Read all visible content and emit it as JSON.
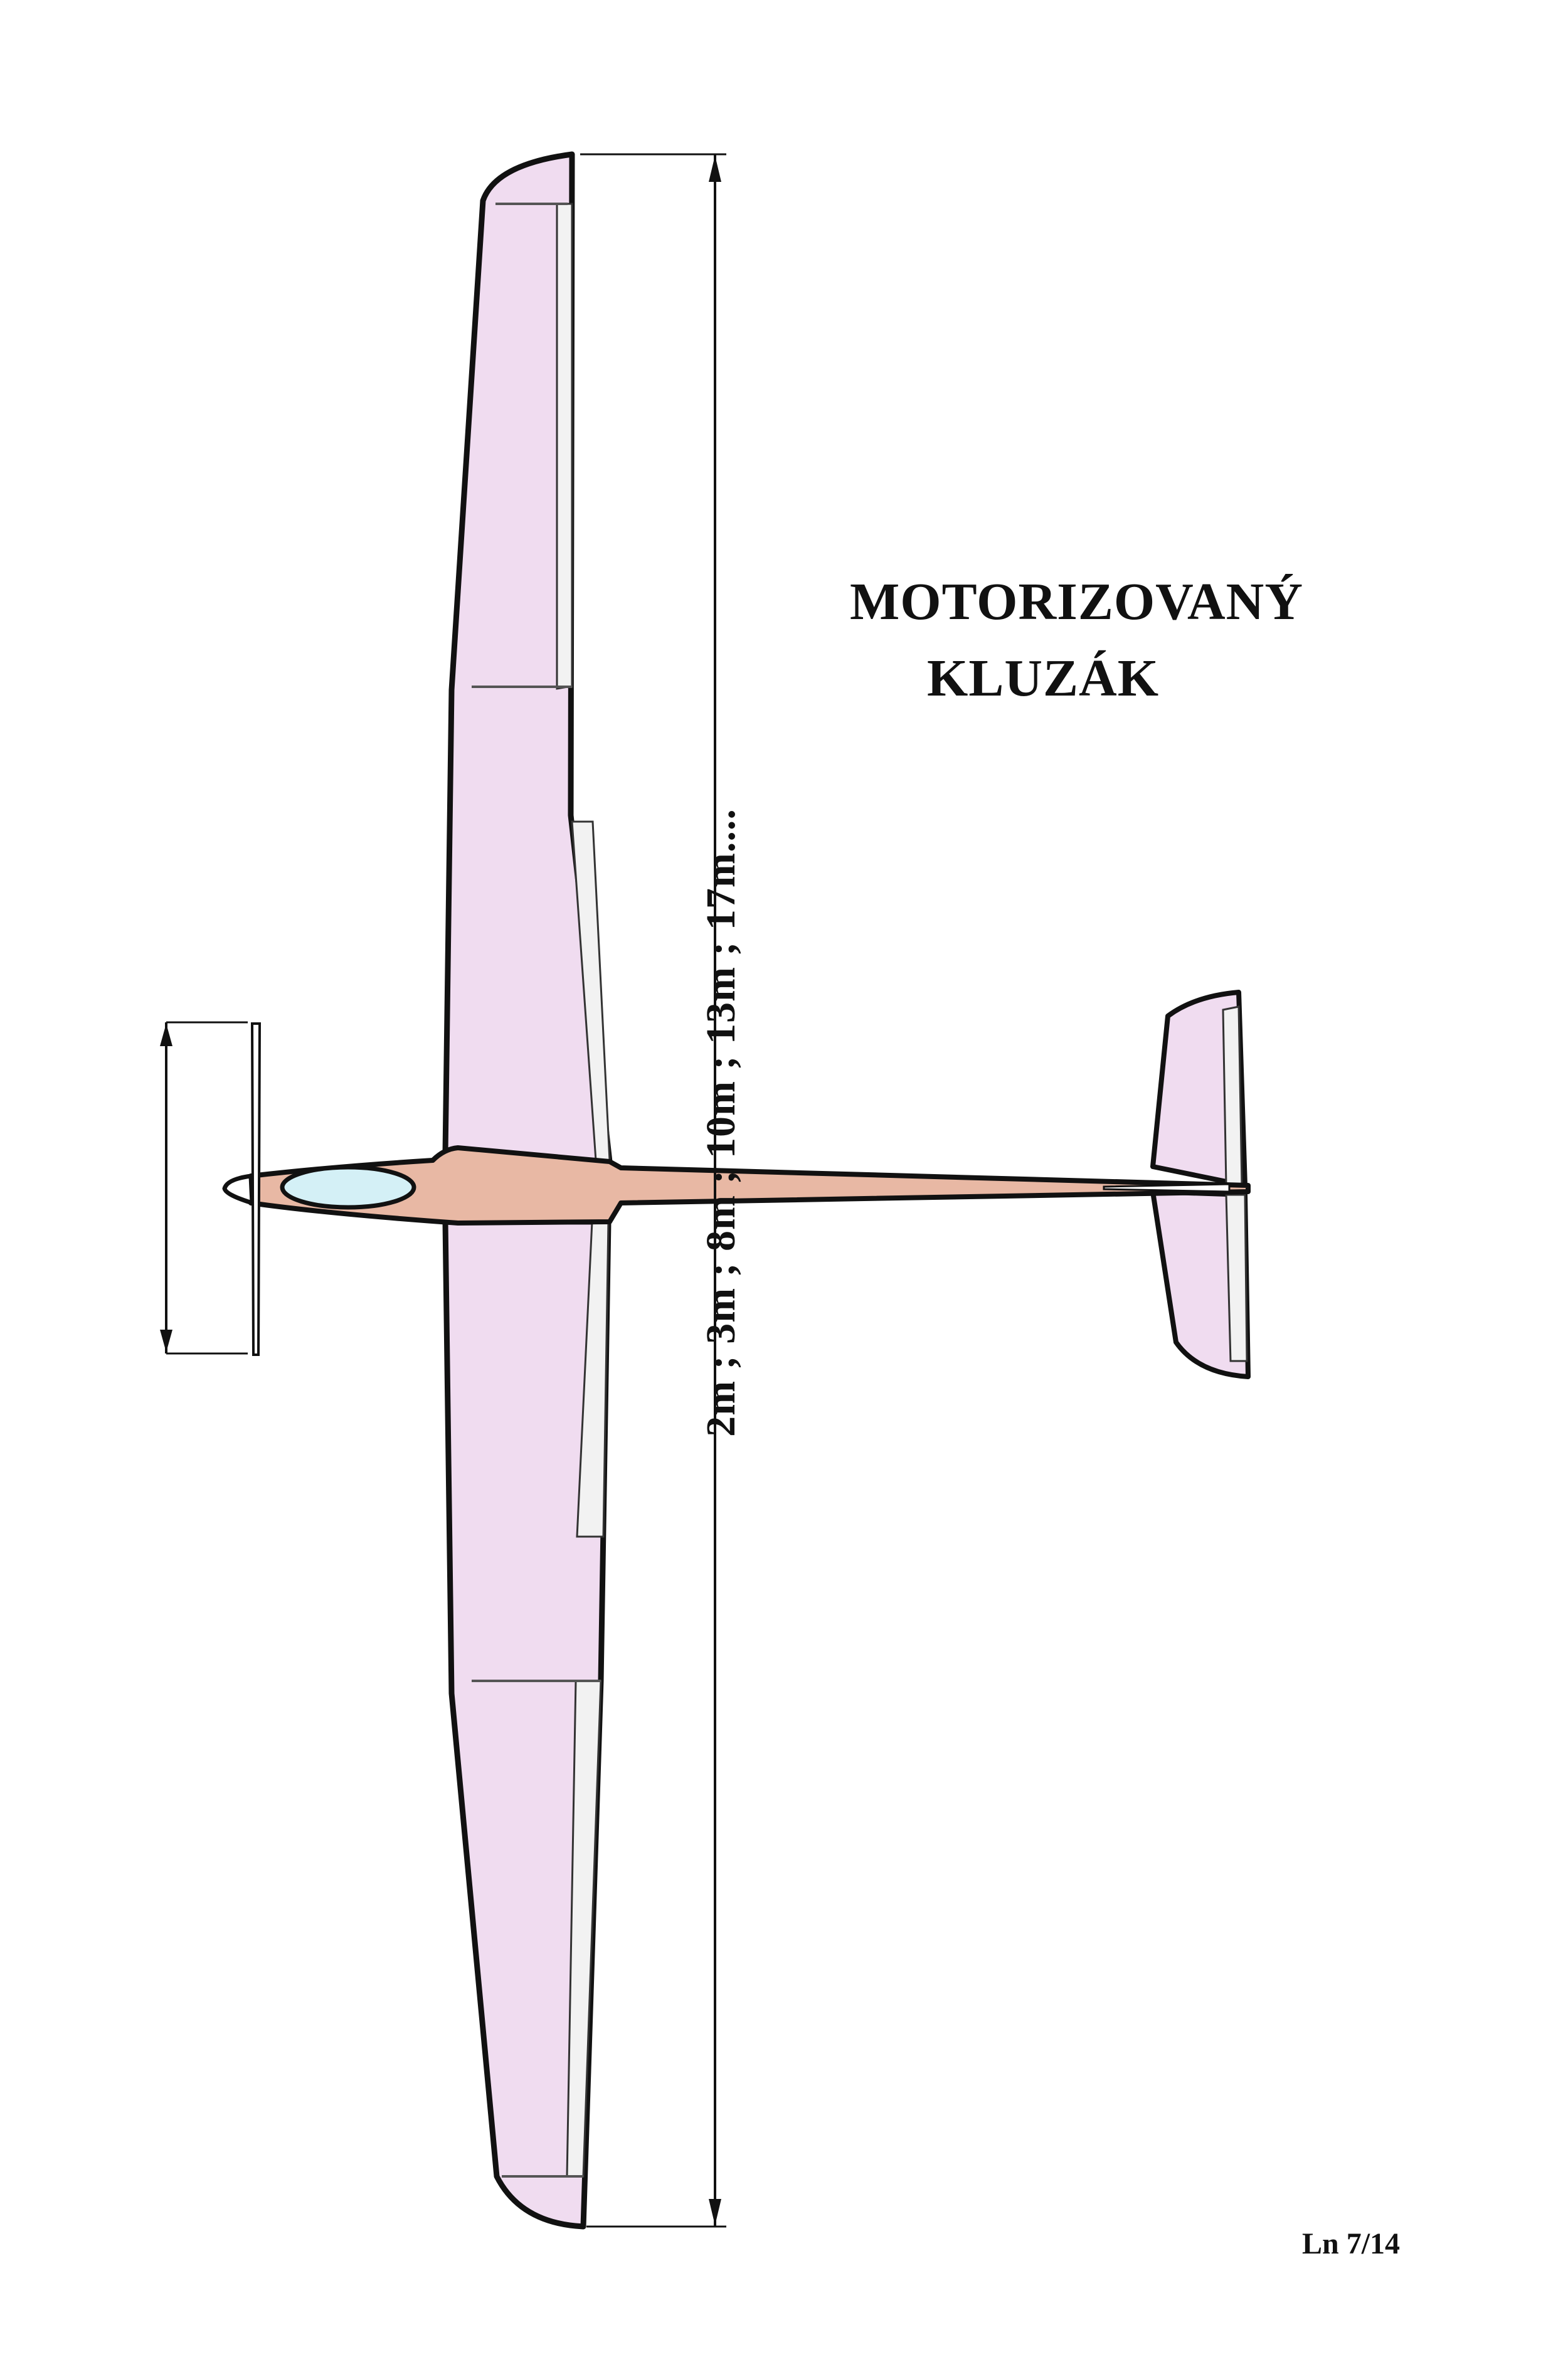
{
  "title": {
    "line1": "MOTORIZOVANÝ",
    "line2": "KLUZÁK"
  },
  "span_label": "2m ; 3m ; 8m ; 10m ; 13m ; 17m....",
  "sheet_code": "Ln 7/14",
  "colors": {
    "wing": "#f0dcf0",
    "fuselage": "#e8b8a4",
    "canopy": "#d4f0f6",
    "control_surface": "#f2f2f2",
    "outline": "#111111"
  }
}
